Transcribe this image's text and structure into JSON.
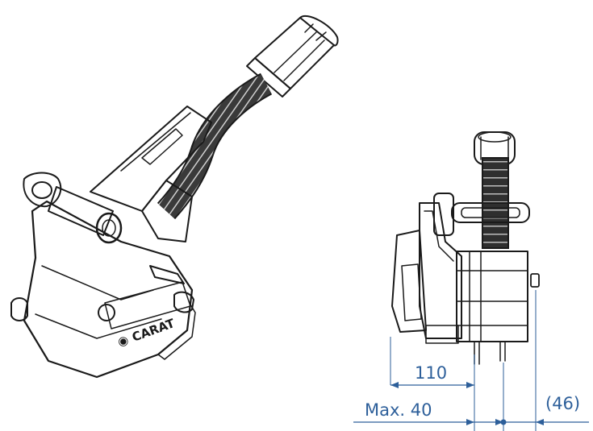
{
  "brand": "CARAT",
  "dimensions": {
    "width_110": "110",
    "max_depth": "Max. 40",
    "offset_46": "(46)"
  },
  "colors": {
    "dimension": "#2d5f9a",
    "line": "#1a1a1a",
    "shade": "#d9d9d9",
    "dark": "#2b2b2b"
  }
}
